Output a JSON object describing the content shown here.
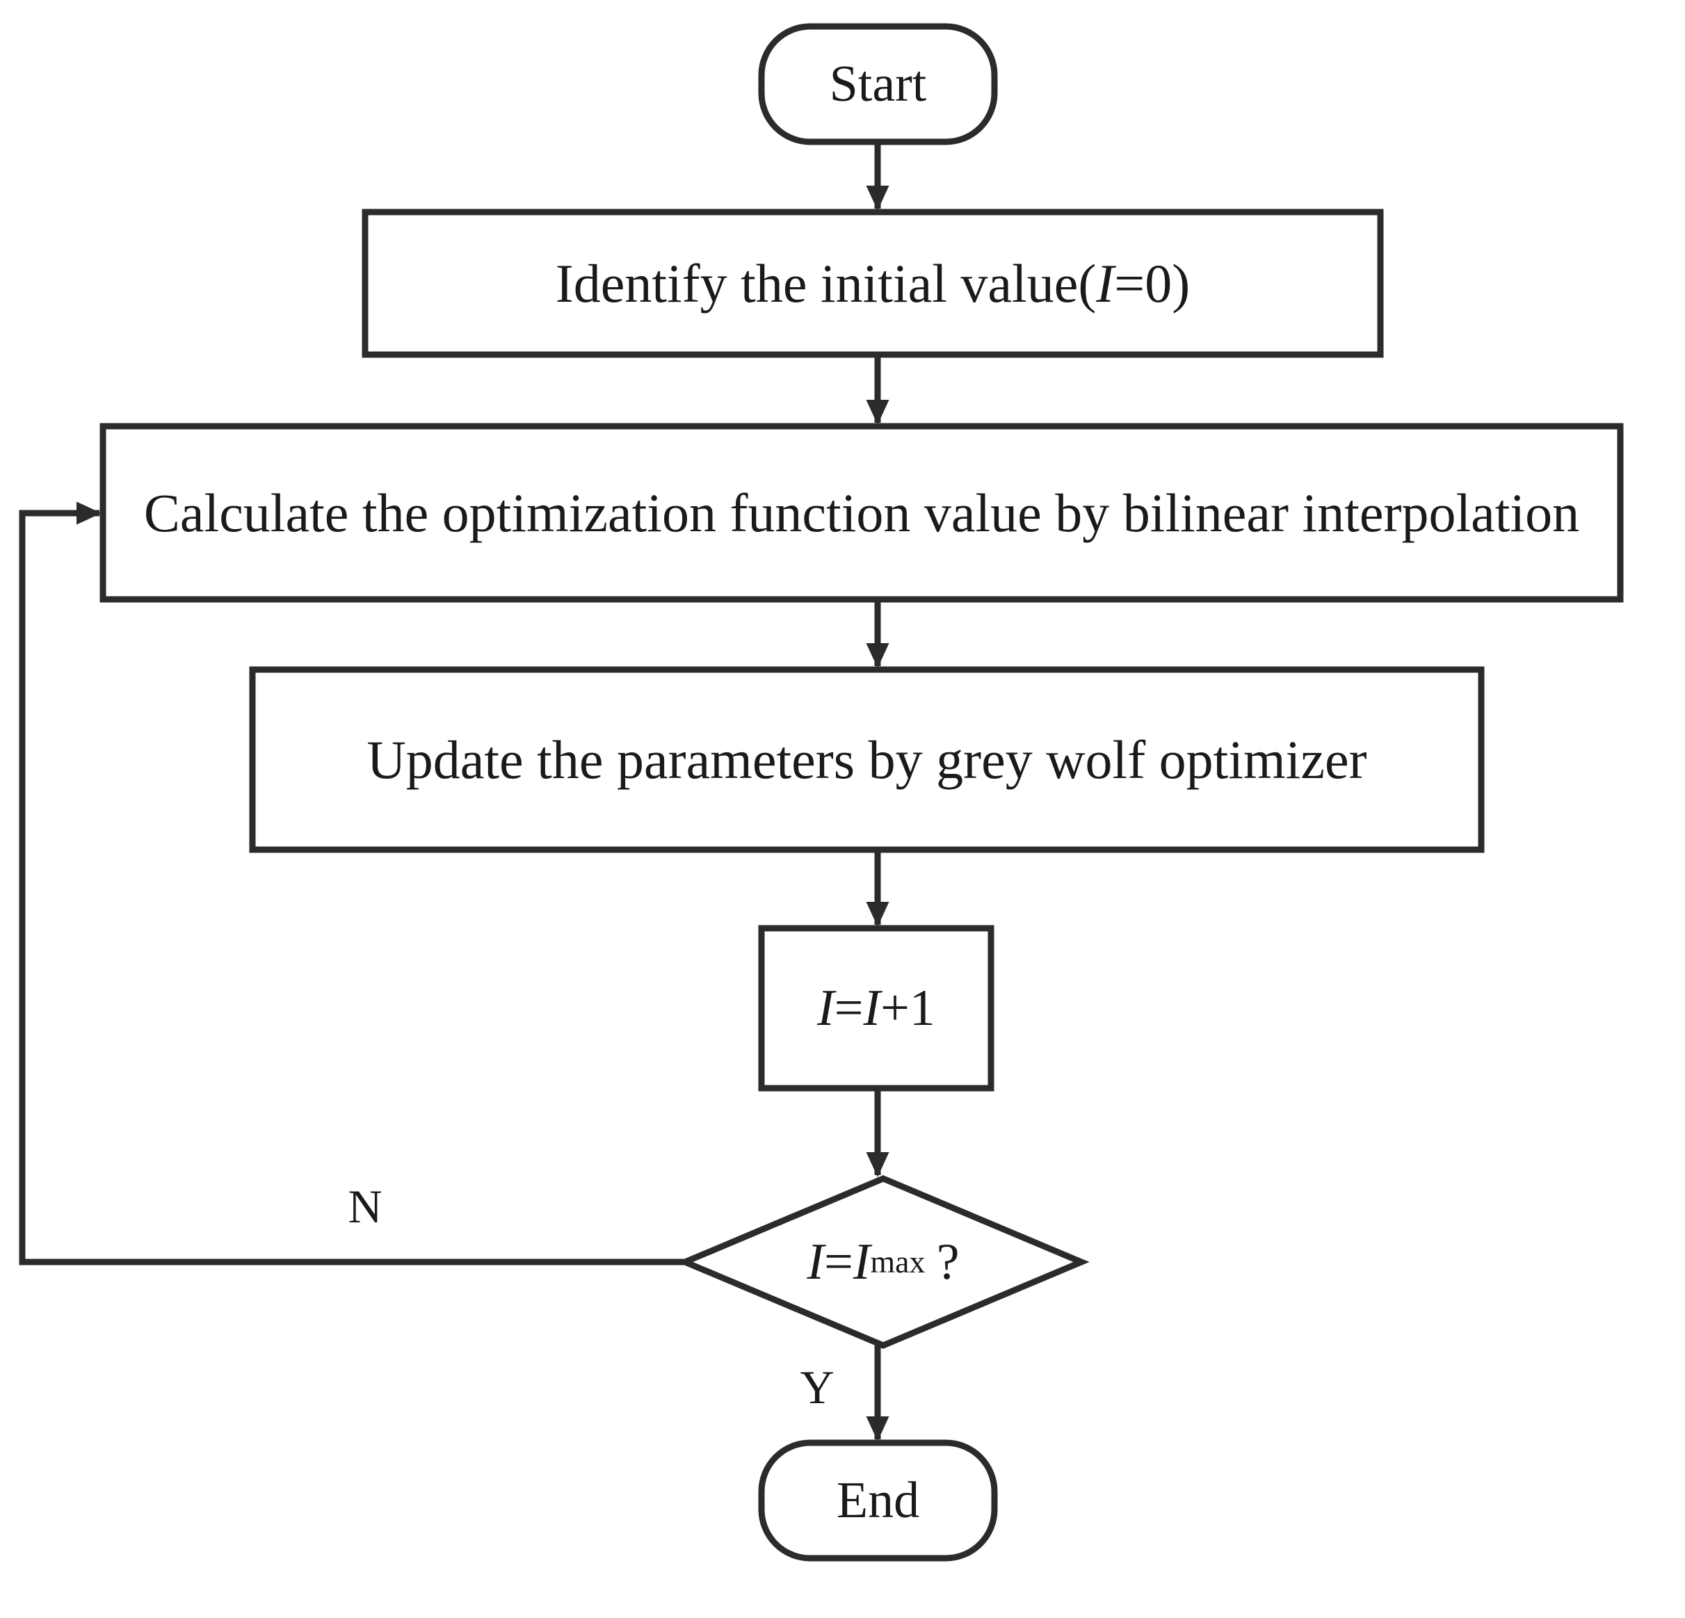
{
  "diagram": {
    "type": "flowchart",
    "title": "",
    "orientation": "top-to-bottom",
    "stroke_color": "#2b2b2b",
    "fill_color": "#ffffff",
    "text_color": "#1a1a1a",
    "background": "#ffffff"
  },
  "nodes": {
    "start": {
      "id": "start",
      "shape": "rounded-rectangle",
      "label": "Start"
    },
    "init": {
      "id": "init",
      "shape": "rectangle",
      "label": "Identify the initial value(I=0)",
      "label_prefix": "Identify the initial value(",
      "label_var": "I",
      "label_suffix": "=0)"
    },
    "calculate": {
      "id": "calculate",
      "shape": "rectangle",
      "label": "Calculate the optimization function value by bilinear interpolation"
    },
    "update": {
      "id": "update",
      "shape": "rectangle",
      "label": "Update the parameters by grey wolf optimizer"
    },
    "increment": {
      "id": "increment",
      "shape": "rectangle",
      "label": "I=I+1",
      "lhs_var": "I",
      "operator": "=",
      "rhs_var": "I",
      "rhs_suffix": "+1"
    },
    "decision": {
      "id": "decision",
      "shape": "diamond",
      "label": "I=Imax?",
      "lhs_var": "I",
      "operator": "=",
      "rhs_var": "I",
      "rhs_sub": "max",
      "question_mark": "?"
    },
    "end": {
      "id": "end",
      "shape": "rounded-rectangle",
      "label": "End"
    }
  },
  "edges": [
    {
      "id": "e1",
      "from": "start",
      "to": "init",
      "label": ""
    },
    {
      "id": "e2",
      "from": "init",
      "to": "calculate",
      "label": ""
    },
    {
      "id": "e3",
      "from": "calculate",
      "to": "update",
      "label": ""
    },
    {
      "id": "e4",
      "from": "update",
      "to": "increment",
      "label": ""
    },
    {
      "id": "e5",
      "from": "increment",
      "to": "decision",
      "label": ""
    },
    {
      "id": "e6",
      "from": "decision",
      "to": "calculate",
      "label": "N",
      "label_name": "no-branch-label"
    },
    {
      "id": "e7",
      "from": "decision",
      "to": "end",
      "label": "Y",
      "label_name": "yes-branch-label"
    }
  ],
  "branch_labels": {
    "no": "N",
    "yes": "Y"
  }
}
